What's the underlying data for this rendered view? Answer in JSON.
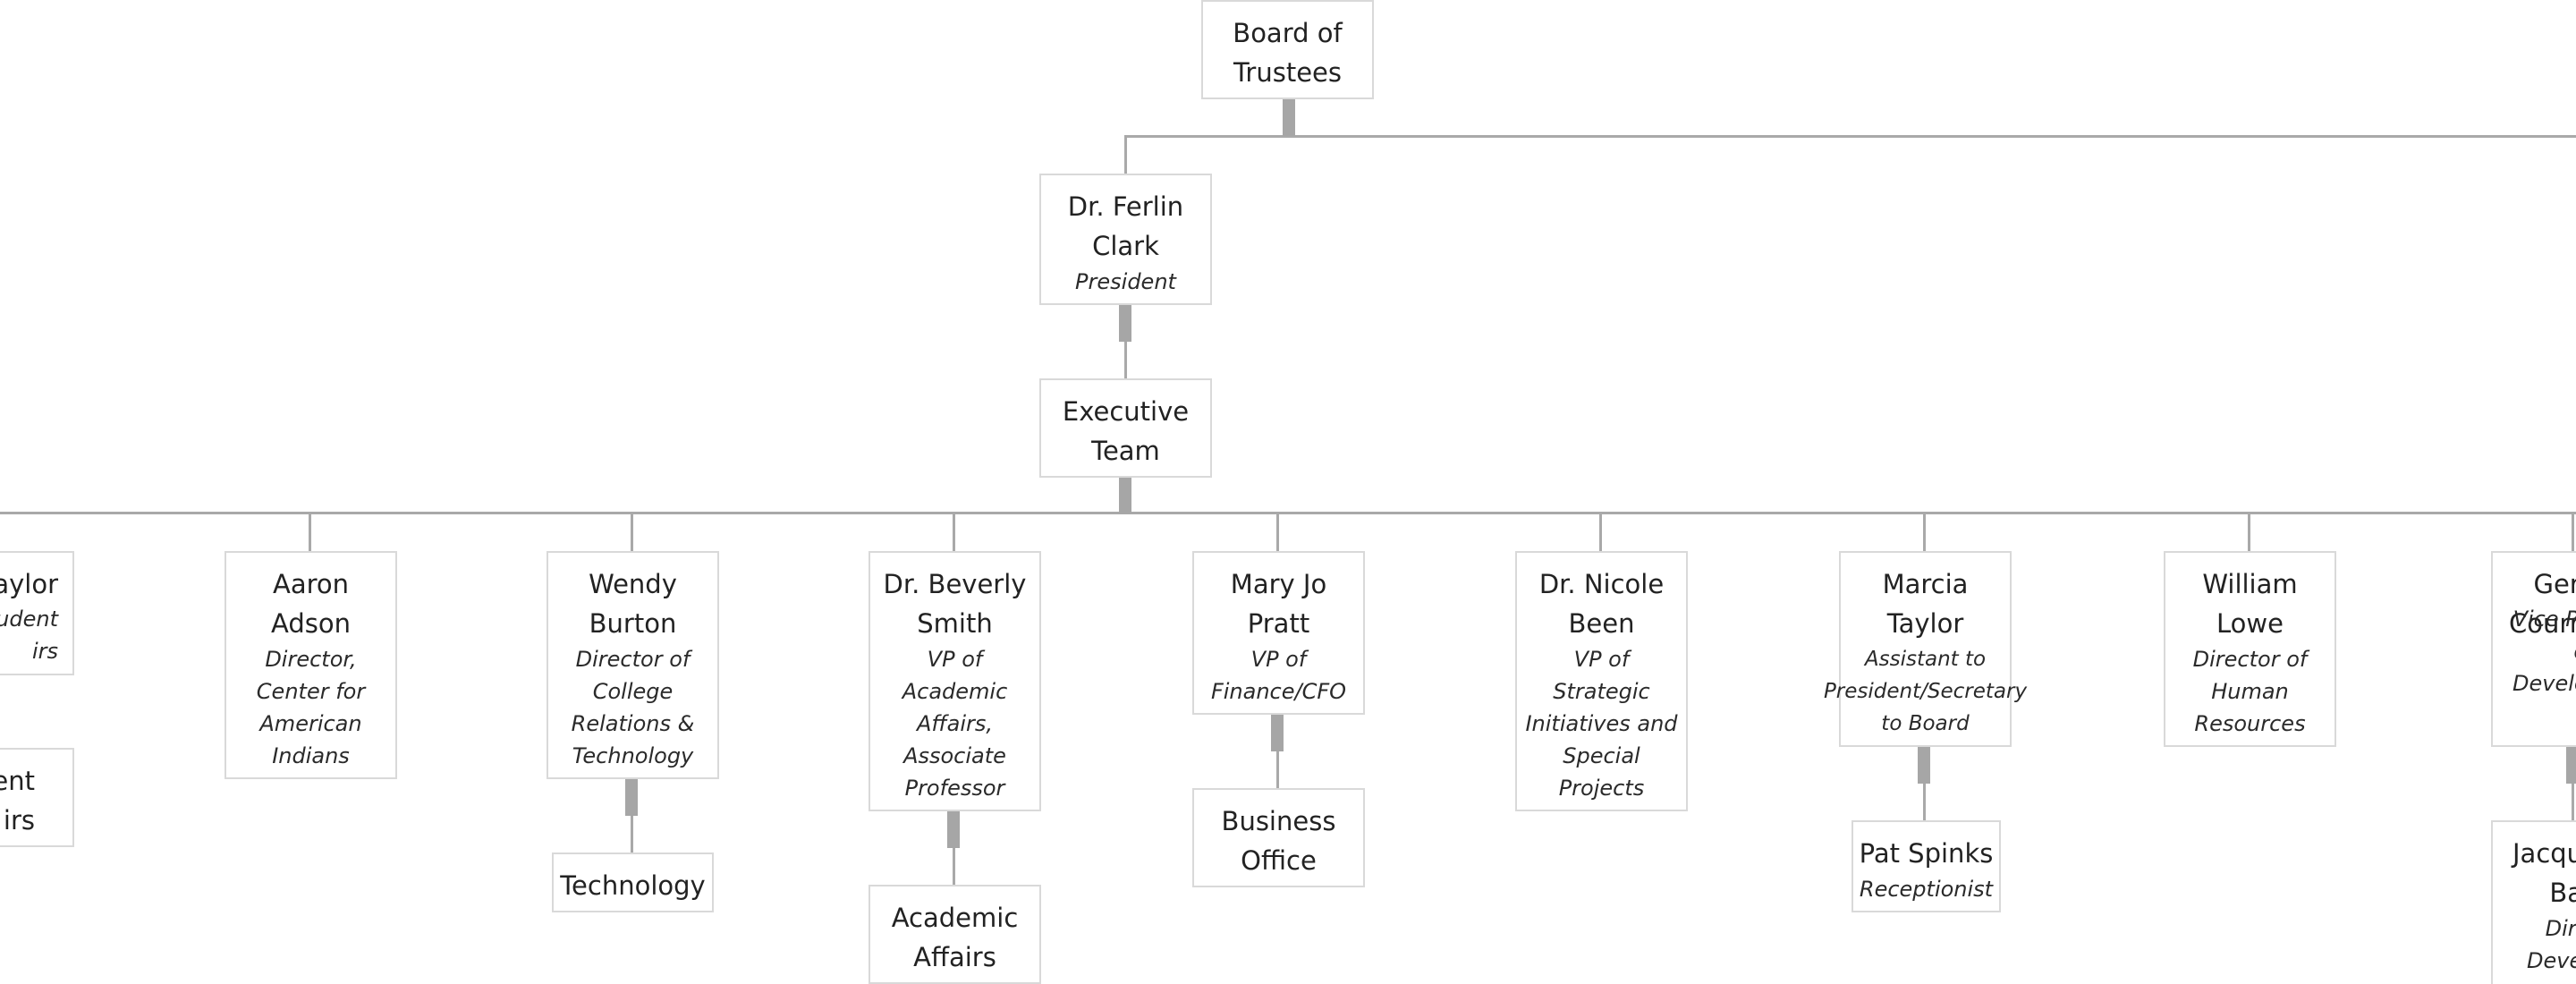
{
  "org_chart": {
    "board": {
      "name": "Board of\nTrustees",
      "title": ""
    },
    "president": {
      "name": "Dr. Ferlin\nClark",
      "title": "President"
    },
    "executive_team": {
      "name": "Executive\nTeam",
      "title": ""
    },
    "reports": [
      {
        "name": "aylor",
        "title": "udent\nirs"
      },
      {
        "name": "Aaron\nAdson",
        "title": "Director,\nCenter for\nAmerican\nIndians"
      },
      {
        "name": "Wendy\nBurton",
        "title": "Director of\nCollege\nRelations &\nTechnology"
      },
      {
        "name": "Dr. Beverly\nSmith",
        "title": "VP of\nAcademic\nAffairs,\nAssociate\nProfessor"
      },
      {
        "name": "Mary Jo\nPratt",
        "title": "VP of\nFinance/CFO"
      },
      {
        "name": "Dr. Nicole\nBeen",
        "title": "VP of\nStrategic\nInitiatives and\nSpecial\nProjects"
      },
      {
        "name": "Marcia\nTaylor",
        "title": "Assistant to\nPresident/Secretary\nto Board"
      },
      {
        "name": "William\nLowe",
        "title": "Director of\nHuman\nResources"
      },
      {
        "name": "Ger\nCourr",
        "title": "Vice Pr\nd\nDevelo"
      }
    ],
    "sub_units": [
      {
        "name": "ent\nirs",
        "title": ""
      },
      {
        "name": "Technology",
        "title": ""
      },
      {
        "name": "Academic\nAffairs",
        "title": ""
      },
      {
        "name": "Business\nOffice",
        "title": ""
      },
      {
        "name": "Pat Spinks",
        "title": "Receptionist"
      },
      {
        "name": "Jacqu\nBa",
        "title": "Direc\nDevelo"
      }
    ]
  }
}
